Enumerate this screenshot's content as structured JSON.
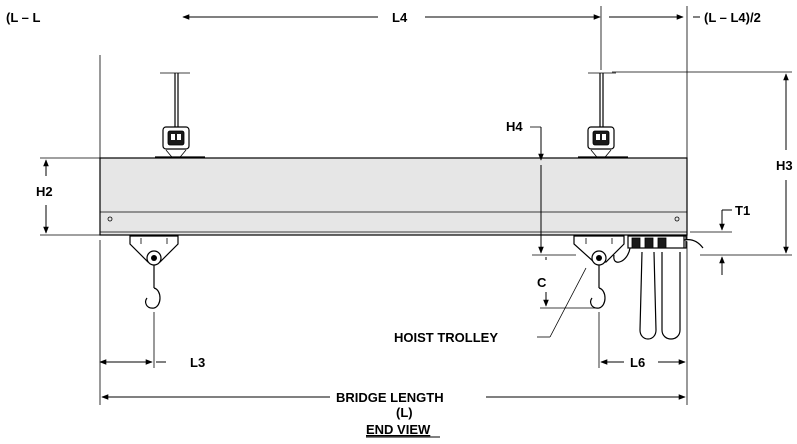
{
  "labels": {
    "left_partial": "(L – L",
    "l4": "L4",
    "right_half": "(L – L4)/2",
    "h4": "H4",
    "h3": "H3",
    "h2": "H2",
    "t1": "T1",
    "c": "C",
    "hoist_trolley": "HOIST TROLLEY",
    "l3": "L3",
    "l6": "L6",
    "bridge_length": "BRIDGE LENGTH",
    "l": "(L)",
    "view_title": "END VIEW"
  },
  "colors": {
    "beam_fill": "#e6e6e6",
    "line": "#000000"
  }
}
